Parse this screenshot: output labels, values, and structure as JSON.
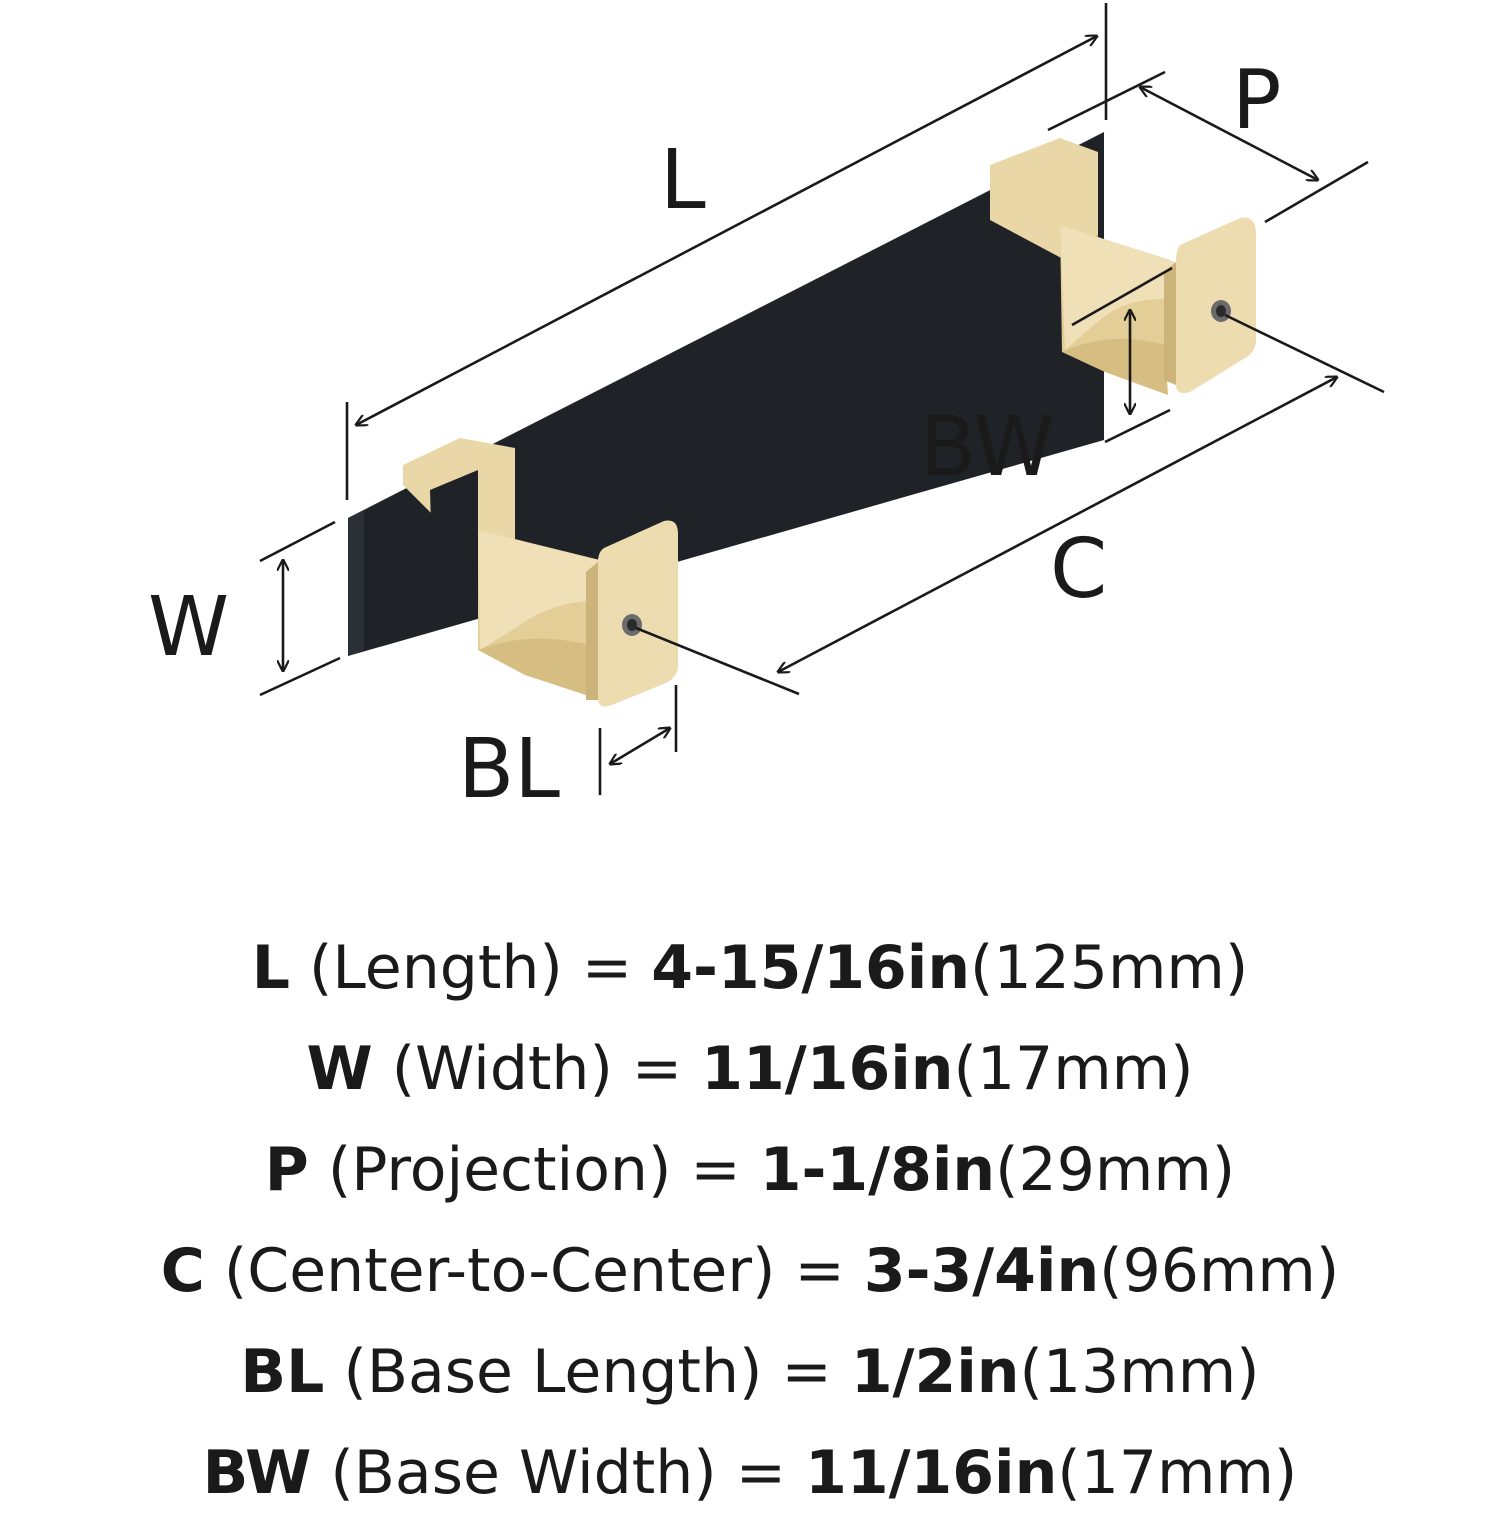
{
  "diagram": {
    "labels": {
      "L": "L",
      "P": "P",
      "BW": "BW",
      "C": "C",
      "W": "W",
      "BL": "BL"
    },
    "colors": {
      "bar": "#1f2328",
      "brass": "#e9d7a8",
      "brass_shade": "#cdb47a",
      "line": "#1a1a1a"
    }
  },
  "specs": [
    {
      "symbol": "L",
      "desc": " (Length) = ",
      "imperial": "4-15/16in",
      "metric": "(125mm)"
    },
    {
      "symbol": "W",
      "desc": " (Width) = ",
      "imperial": "11/16in",
      "metric": "(17mm)"
    },
    {
      "symbol": "P",
      "desc": " (Projection) = ",
      "imperial": "1-1/8in",
      "metric": "(29mm)"
    },
    {
      "symbol": "C",
      "desc": " (Center-to-Center) = ",
      "imperial": "3-3/4in",
      "metric": "(96mm)"
    },
    {
      "symbol": "BL",
      "desc": " (Base Length) = ",
      "imperial": "1/2in",
      "metric": "(13mm)"
    },
    {
      "symbol": "BW",
      "desc": " (Base Width) = ",
      "imperial": "11/16in",
      "metric": "(17mm)"
    }
  ]
}
